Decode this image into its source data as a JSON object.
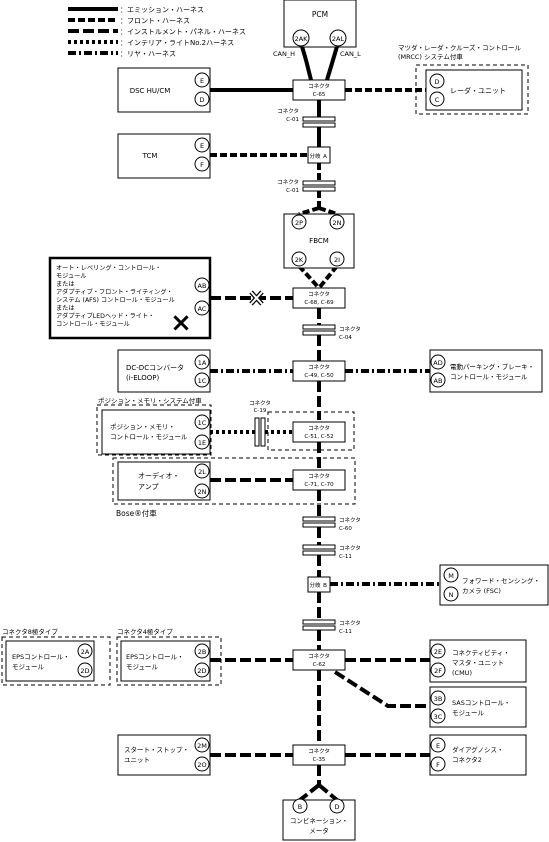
{
  "legend": [
    {
      "style": "emis",
      "label": "：エミッション・ハーネス"
    },
    {
      "style": "front",
      "label": "：フロント・ハーネス"
    },
    {
      "style": "inst",
      "label": "：インストルメント・パネル・ハーネス"
    },
    {
      "style": "interior",
      "label": "：インテリア・ライトNo.2ハーネス"
    },
    {
      "style": "rear",
      "label": "：リヤ・ハーネス"
    }
  ],
  "connector_word": "コネクタ",
  "branch_word": "分岐",
  "modules": {
    "pcm": "PCM",
    "can_h": "CAN_H",
    "can_l": "CAN_L",
    "dsc": "DSC HU/CM",
    "tcm": "TCM",
    "fbcm": "FBCM",
    "mrcc_note": "マツダ・レーダ・クルーズ・コントロール (MRCC) システム付車",
    "mrcc_note_1": "マツダ・レーダ・クルーズ・コントロール",
    "mrcc_note_2": "(MRCC) システム付車",
    "radar": "レーダ・ユニット",
    "leveling": [
      "オート・レベリング・コントロール・",
      "モジュール",
      "または",
      "アダプティブ・フロント・ライティング・",
      "システム (AFS) コントロール・モジュール",
      "または",
      "アダプティブLEDヘッド・ライト・",
      "コントロール・モジュール"
    ],
    "dcdc": [
      "DC-DCコンバータ",
      "(i-ELOOP)"
    ],
    "epb": [
      "電動パーキング・ブレーキ・",
      "コントロール・モジュール"
    ],
    "memory_note": "ポジション・メモリ・システム付車",
    "memory": [
      "ポジション・メモリ・",
      "コントロール・モジュール"
    ],
    "audio": [
      "オーディオ・",
      "アンプ"
    ],
    "bose_note": "Bose®付車",
    "fsc": [
      "フォワード・センシング・",
      "カメラ (FSC)"
    ],
    "eps8_note": "コネクタ8極タイプ",
    "eps4_note": "コネクタ4極タイプ",
    "eps": [
      "EPSコントロール・",
      "モジュール"
    ],
    "cmu": [
      "コネクティビティ・",
      "マスタ・ユニット",
      "(CMU)"
    ],
    "sas": [
      "SASコントロール・",
      "モジュール"
    ],
    "start_stop": [
      "スタート・ストップ・",
      "ユニット"
    ],
    "diag": [
      "ダイアグノシス・",
      "コネクタ2"
    ],
    "combi": [
      "コンビネーション・",
      "メータ"
    ]
  },
  "connectors": {
    "c65": "C-65",
    "c01a": "C-01",
    "c01b": "C-01",
    "c6869": "C-68, C-69",
    "c04": "C-04",
    "c4950": "C-49, C-50",
    "c19": "C-19",
    "c5152": "C-51, C-52",
    "c7170": "C-71, C-70",
    "c60": "C-60",
    "c11a": "C-11",
    "c11b": "C-11",
    "c62": "C-62",
    "c35": "C-35",
    "branch_a": "A",
    "branch_b": "B"
  },
  "pins": {
    "pcm_l": "2AK",
    "pcm_r": "2AL",
    "dsc_1": "E",
    "dsc_2": "D",
    "tcm_1": "E",
    "tcm_2": "F",
    "fbcm_1": "2P",
    "fbcm_2": "2N",
    "fbcm_3": "2K",
    "fbcm_4": "2I",
    "radar_1": "D",
    "radar_2": "C",
    "lev_1": "AB",
    "lev_2": "AC",
    "dcdc_1": "1A",
    "dcdc_2": "1C",
    "epb_1": "AD",
    "epb_2": "AB",
    "mem_1": "1C",
    "mem_2": "1E",
    "aud_1": "2L",
    "aud_2": "2N",
    "fsc_1": "M",
    "fsc_2": "N",
    "eps8_1": "2A",
    "eps8_2": "2D",
    "eps4_1": "2B",
    "eps4_2": "2D",
    "cmu_1": "2E",
    "cmu_2": "2F",
    "sas_1": "3B",
    "sas_2": "3C",
    "ss_1": "2M",
    "ss_2": "2O",
    "diag_1": "E",
    "diag_2": "F",
    "combi_1": "B",
    "combi_2": "D"
  },
  "marks": {
    "cut": "×"
  }
}
